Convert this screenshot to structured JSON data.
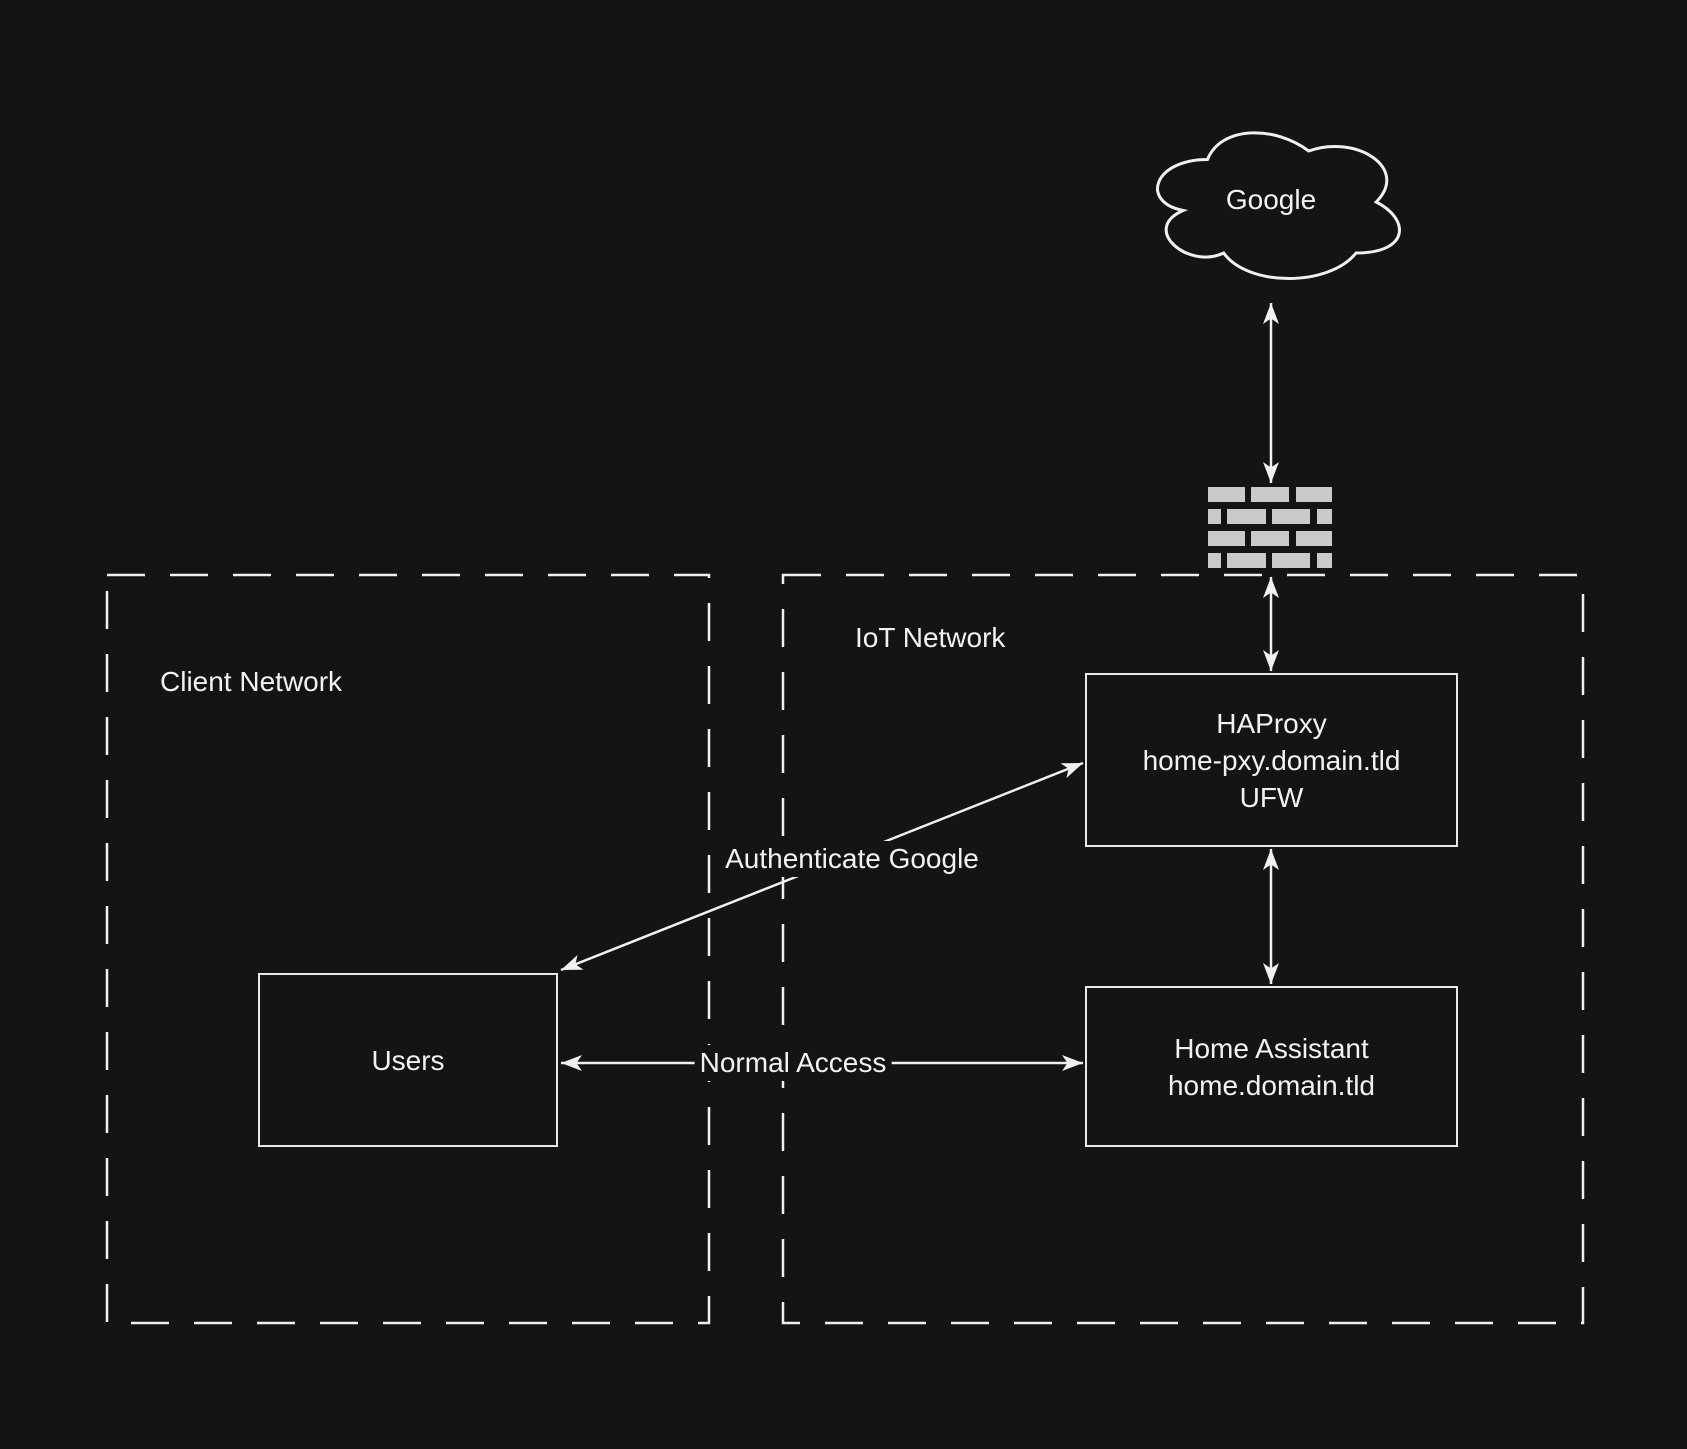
{
  "canvas": {
    "background_color": "#141414",
    "stroke_color": "#f0f0f0",
    "text_color": "#f2f2f2",
    "brick_color": "#cacaca"
  },
  "groups": {
    "client_network": {
      "label": "Client Network"
    },
    "iot_network": {
      "label": "IoT Network"
    }
  },
  "nodes": {
    "google_cloud": {
      "label": "Google",
      "shape": "cloud"
    },
    "firewall": {
      "icon": "firewall-brick-wall-icon"
    },
    "users": {
      "label": "Users"
    },
    "haproxy": {
      "lines": [
        "HAProxy",
        "home-pxy.domain.tld",
        "UFW"
      ]
    },
    "home_assistant": {
      "lines": [
        "Home Assistant",
        "home.domain.tld"
      ]
    }
  },
  "edges": {
    "google_firewall": {
      "label": "",
      "type": "bidirectional-arrow"
    },
    "firewall_haproxy": {
      "label": "",
      "type": "bidirectional-arrow"
    },
    "haproxy_home_assistant": {
      "label": "",
      "type": "bidirectional-arrow"
    },
    "users_haproxy": {
      "label": "Authenticate Google",
      "type": "bidirectional-arrow"
    },
    "users_home_assistant": {
      "label": "Normal Access",
      "type": "bidirectional-arrow"
    }
  }
}
